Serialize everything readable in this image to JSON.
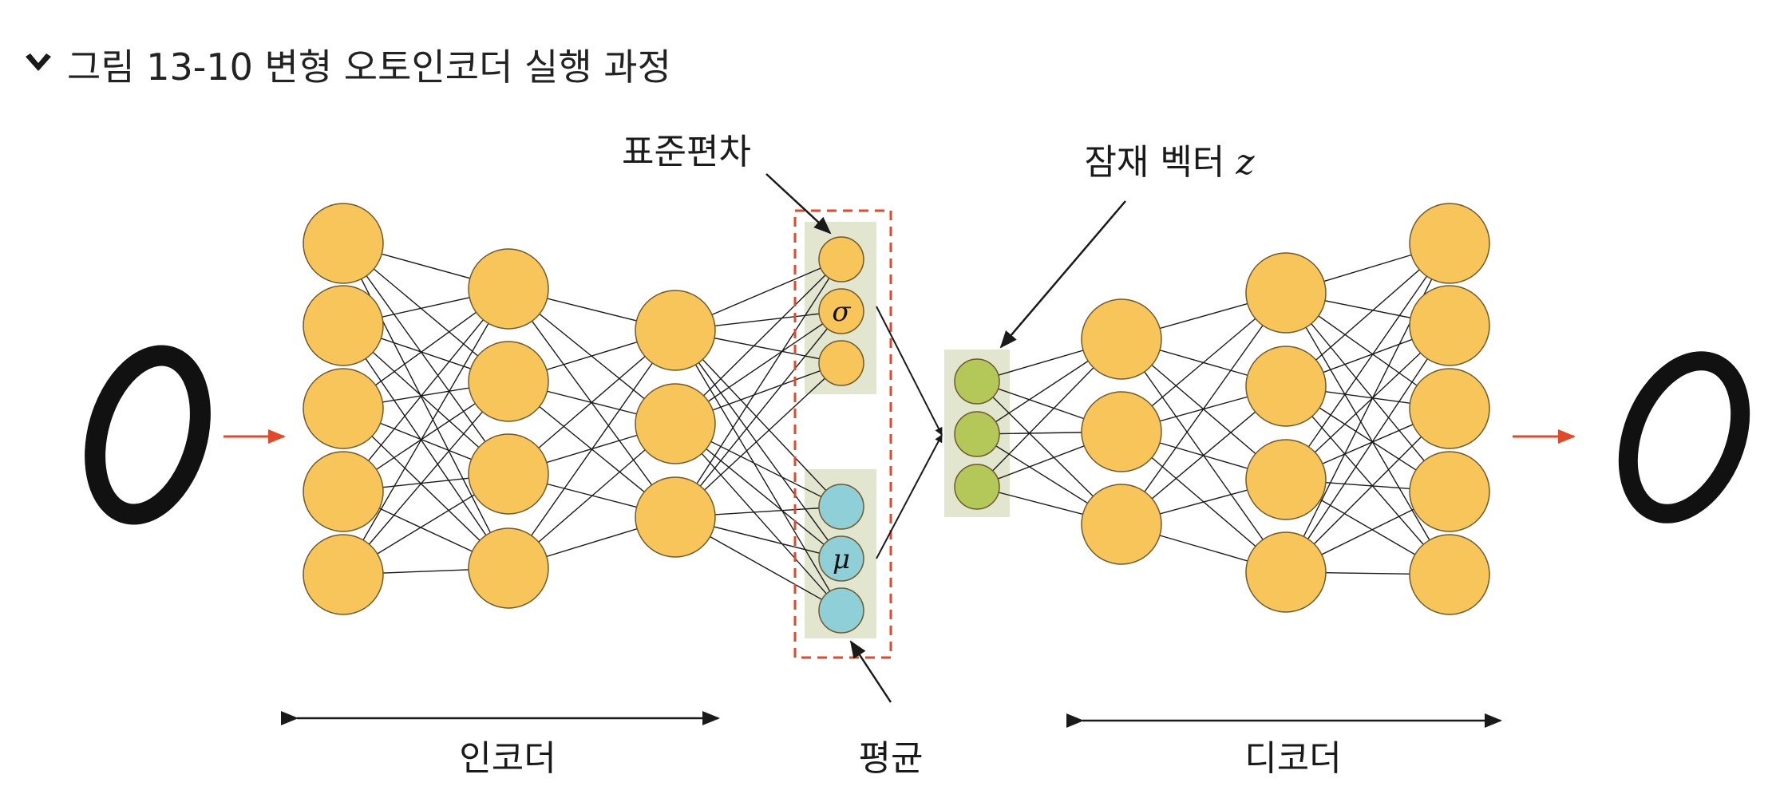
{
  "title": {
    "icon": "chevron-down-icon",
    "text": "그림 13-10 변형 오토인코더 실행 과정"
  },
  "labels": {
    "std_dev": "표준편차",
    "latent_vector": "잠재 벡터 ",
    "latent_var": "z",
    "mean": "평균",
    "encoder": "인코더",
    "decoder": "디코더"
  },
  "node_symbols": {
    "sigma": "σ",
    "mu": "μ"
  },
  "network": {
    "layers": [
      {
        "id": "enc-1",
        "group": "encoder",
        "count": 5
      },
      {
        "id": "enc-2",
        "group": "encoder",
        "count": 4
      },
      {
        "id": "enc-3",
        "group": "encoder",
        "count": 3
      },
      {
        "id": "sigma",
        "group": "std-dev",
        "count": 3,
        "symbol_index": 1
      },
      {
        "id": "mu",
        "group": "mean",
        "count": 3,
        "symbol_index": 1
      },
      {
        "id": "latent",
        "group": "latent",
        "count": 3
      },
      {
        "id": "dec-1",
        "group": "decoder",
        "count": 3
      },
      {
        "id": "dec-2",
        "group": "decoder",
        "count": 4
      },
      {
        "id": "dec-3",
        "group": "decoder",
        "count": 5
      }
    ]
  },
  "colors": {
    "node_orange": "#f7c55a",
    "node_orange_stroke": "#6e5a2e",
    "node_blue": "#8ecfd8",
    "node_green": "#b4c85a",
    "group_bg": "#e2e6cf",
    "dashed_box": "#e04a2a",
    "input_arrow": "#e04a2a",
    "line": "#1a1a1a"
  },
  "input_image": "handwritten-zero-input",
  "output_image": "handwritten-zero-output"
}
